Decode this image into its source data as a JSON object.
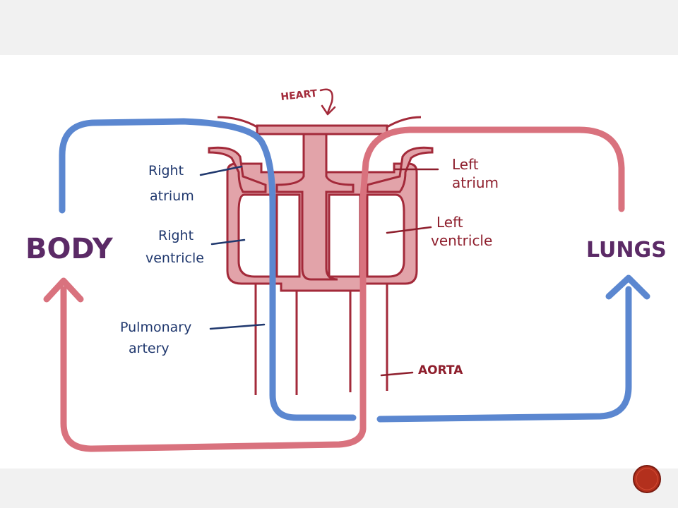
{
  "labels": {
    "heart": "HEART",
    "body": "BODY",
    "lungs": "LUNGS",
    "right_atrium_1": "Right",
    "right_atrium_2": "atrium",
    "right_ventricle_1": "Right",
    "right_ventricle_2": "ventricle",
    "pulmonary_artery_1": "Pulmonary",
    "pulmonary_artery_2": "artery",
    "left_atrium_1": "Left",
    "left_atrium_2": "atrium",
    "left_ventricle_1": "Left",
    "left_ventricle_2": "ventricle",
    "aorta": "AORTA"
  },
  "colors": {
    "deoxygenated": "#5b87d0",
    "oxygenated": "#d9727e",
    "heart_outline": "#a32a3a",
    "heart_fill": "#e2a3a9",
    "label_dark_blue": "#20386e",
    "label_dark_red": "#8e1e2c",
    "title_purple": "#5b2a66",
    "next_button": "#b3301d"
  },
  "icons": {
    "heart_arrow": "arrow-down-icon",
    "body_arrow": "arrow-up-icon",
    "lungs_arrow": "arrow-up-icon",
    "nav": "circle-button-icon"
  }
}
